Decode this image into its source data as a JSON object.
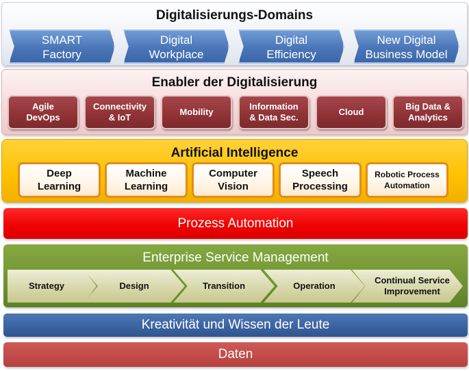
{
  "domains": {
    "title": "Digitalisierungs-Domains",
    "items": [
      {
        "label": "SMART\nFactory"
      },
      {
        "label": "Digital\nWorkplace"
      },
      {
        "label": "Digital\nEfficiency"
      },
      {
        "label": "New Digital\nBusiness Model"
      }
    ],
    "color": "#4a76b8"
  },
  "enabler": {
    "title": "Enabler der Digitalisierung",
    "items": [
      {
        "label": "Agile\nDevOps"
      },
      {
        "label": "Connectivity\n& IoT"
      },
      {
        "label": "Mobility"
      },
      {
        "label": "Information\n& Data Sec."
      },
      {
        "label": "Cloud"
      },
      {
        "label": "Big Data &\nAnalytics"
      }
    ],
    "color": "#8f3236"
  },
  "ai": {
    "title": "Artificial Intelligence",
    "items": [
      {
        "label": "Deep\nLearning"
      },
      {
        "label": "Machine\nLearning"
      },
      {
        "label": "Computer\nVision"
      },
      {
        "label": "Speech\nProcessing"
      },
      {
        "label": "Robotic Process\nAutomation"
      }
    ],
    "color": "#ffc000"
  },
  "process": {
    "label": "Prozess Automation",
    "color": "#ee0000"
  },
  "esm": {
    "title": "Enterprise Service Management",
    "stages": [
      {
        "label": "Strategy"
      },
      {
        "label": "Design"
      },
      {
        "label": "Transition"
      },
      {
        "label": "Operation"
      },
      {
        "label": "Continual Service\nImprovement"
      }
    ],
    "color": "#6f9332"
  },
  "people": {
    "label": "Kreativität und Wissen der Leute",
    "color": "#3a62a0"
  },
  "data": {
    "label": "Daten",
    "color": "#c14a48"
  }
}
